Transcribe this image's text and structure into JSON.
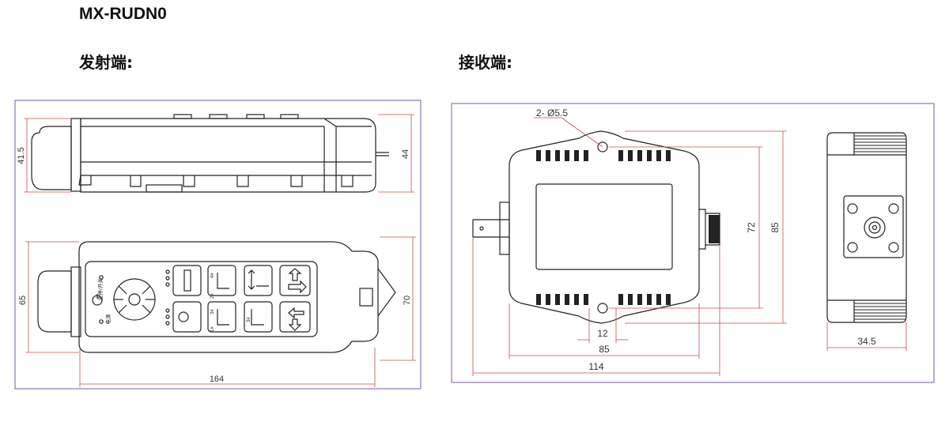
{
  "model": "MX-RUDN0",
  "transmitter": {
    "heading": "发射端:",
    "dims": {
      "height_body": "41.5",
      "height_total": "44",
      "width_front": "65",
      "width_total": "70",
      "length": "164"
    },
    "labels": {
      "emergency_stop": "急停/开关",
      "power": "电源"
    },
    "key_labels": [
      "4#",
      "2#",
      "3#",
      "1#",
      "3#"
    ]
  },
  "receiver": {
    "heading": "接收端:",
    "dims": {
      "hole": "2- Ø5.5",
      "hole_spacing_v": "72",
      "height": "85",
      "tab_width": "12",
      "mount_width": "85",
      "total_width": "114",
      "depth": "34.5"
    }
  },
  "colors": {
    "frame": "#7b5aa6",
    "dim_line": "#c0504d",
    "body": "#222222"
  }
}
